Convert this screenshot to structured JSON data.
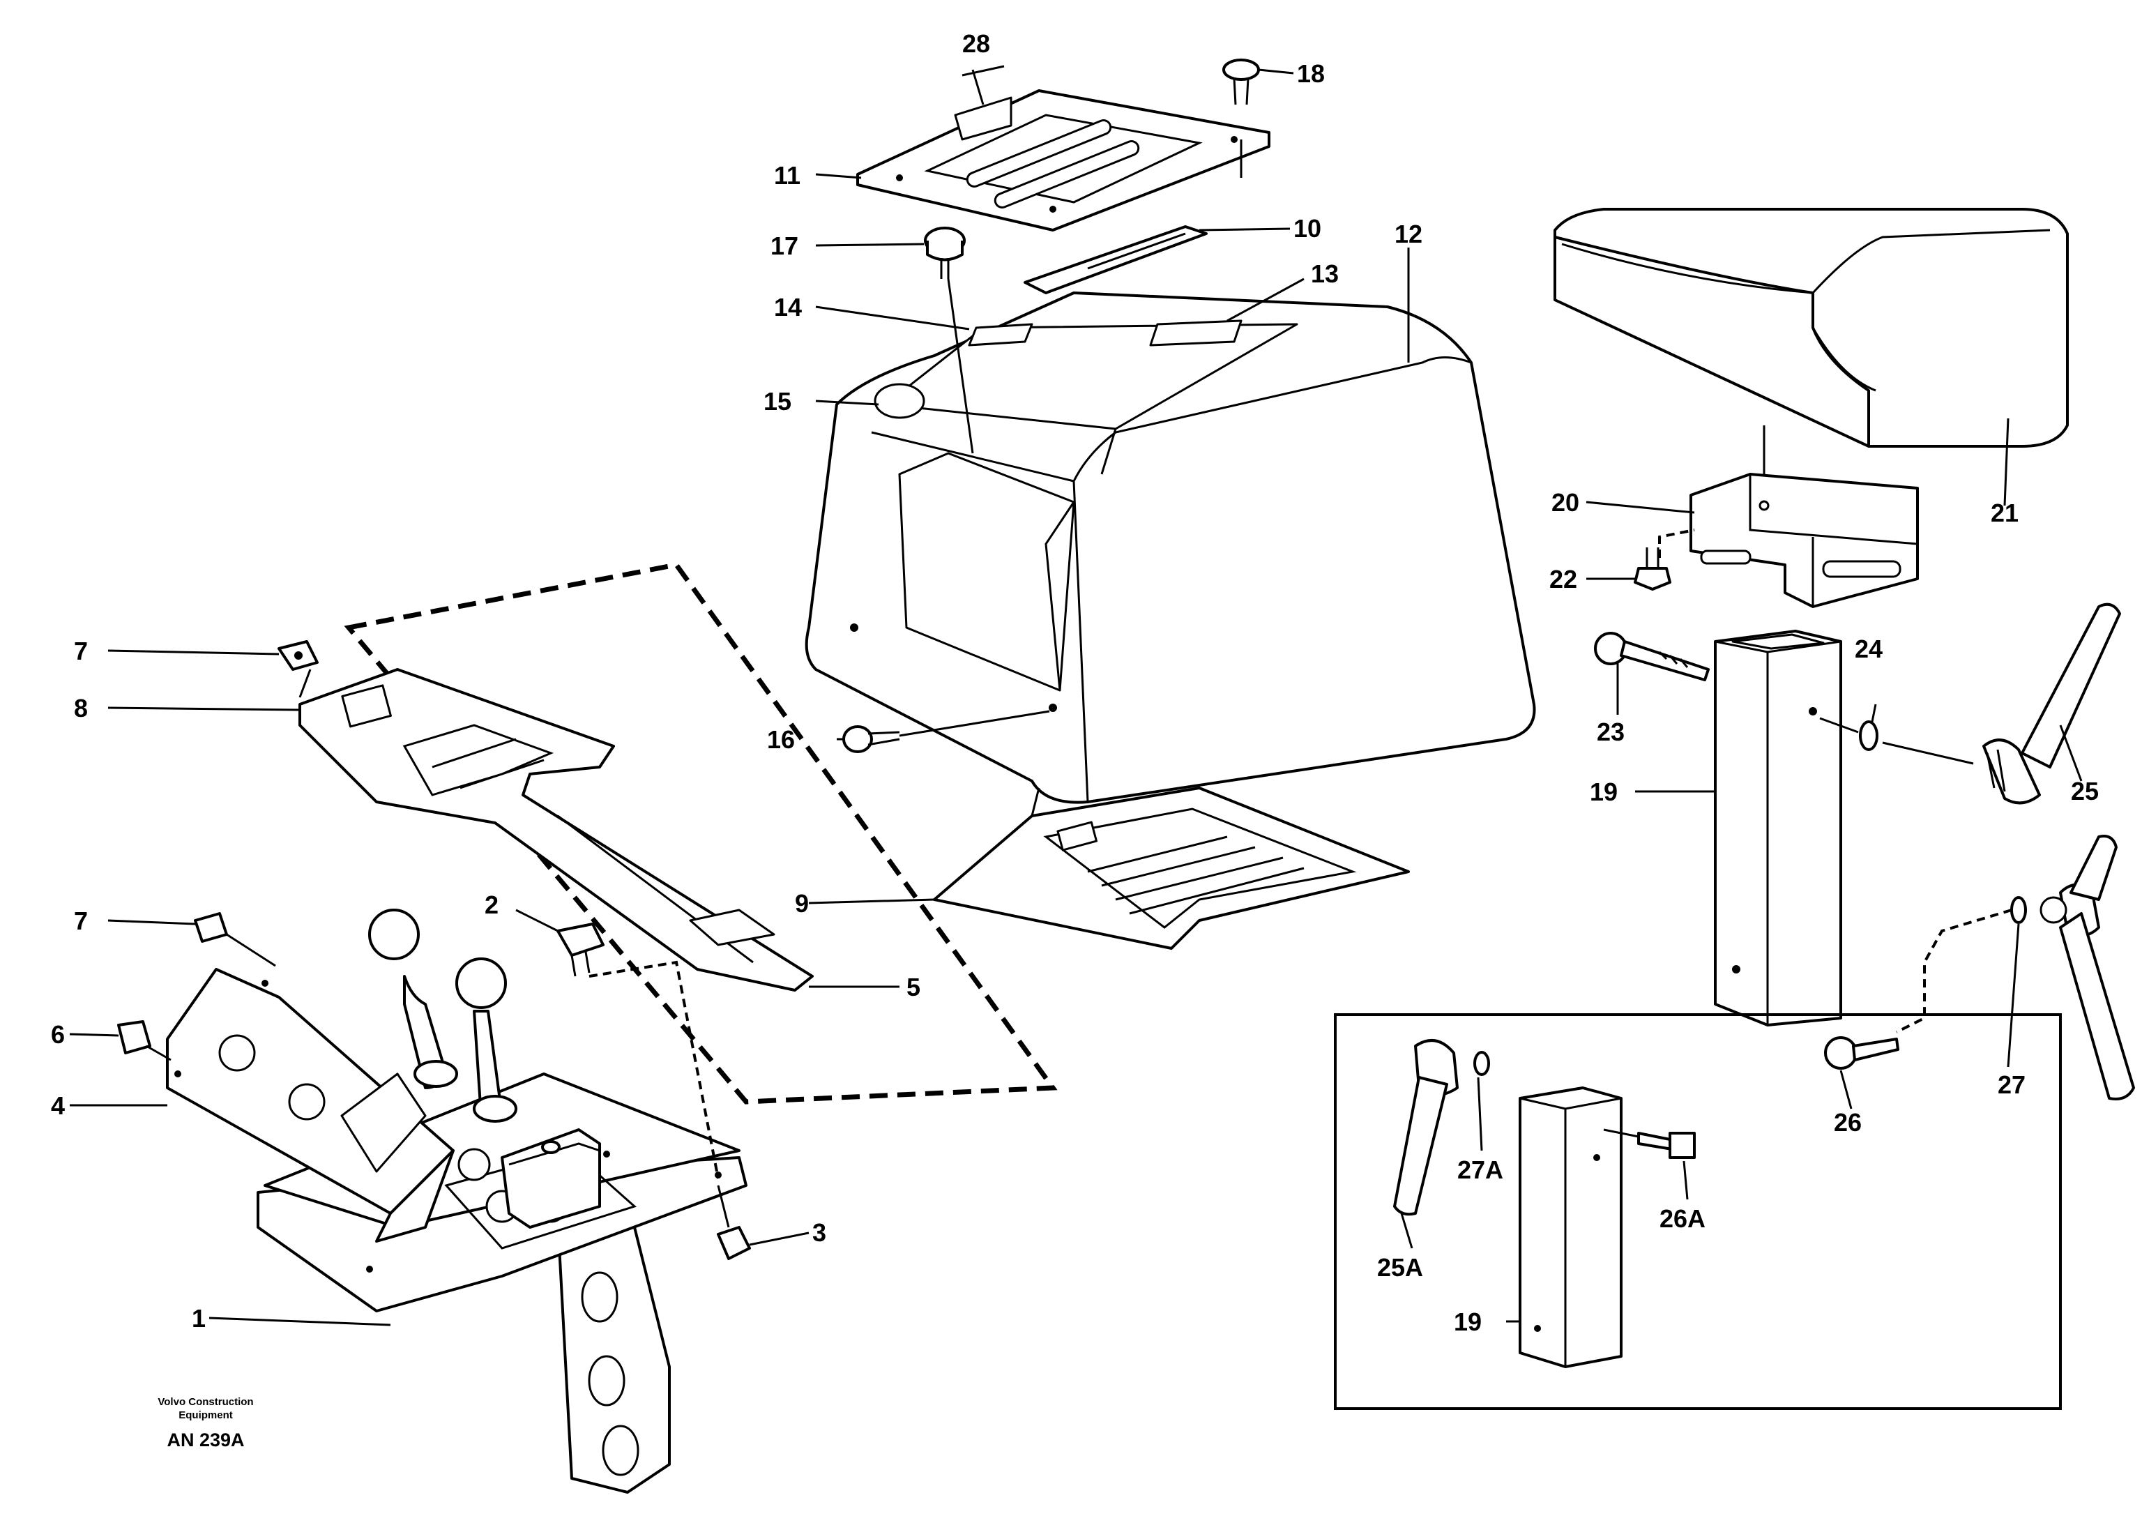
{
  "diagram": {
    "labels": {
      "p1": "1",
      "p2": "2",
      "p3": "3",
      "p4": "4",
      "p5": "5",
      "p6": "6",
      "p7a": "7",
      "p7b": "7",
      "p8": "8",
      "p9": "9",
      "p10": "10",
      "p11": "11",
      "p12": "12",
      "p13": "13",
      "p14": "14",
      "p15": "15",
      "p16": "16",
      "p17": "17",
      "p18": "18",
      "p19a": "19",
      "p19b": "19",
      "p20": "20",
      "p21": "21",
      "p22": "22",
      "p23": "23",
      "p24": "24",
      "p25": "25",
      "p25a": "25A",
      "p26": "26",
      "p26a": "26A",
      "p27": "27",
      "p27a": "27A",
      "p28": "28"
    },
    "credit_line1": "Volvo Construction",
    "credit_line2": "Equipment",
    "code": "AN 239A"
  }
}
